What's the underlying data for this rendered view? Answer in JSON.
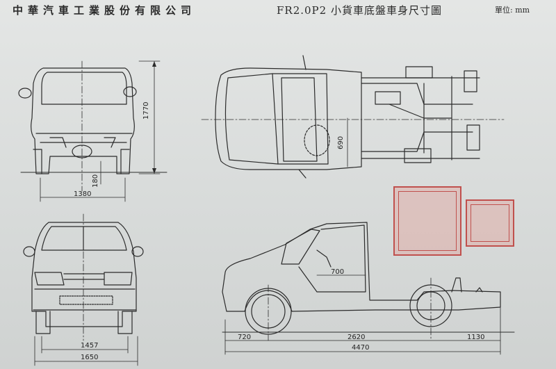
{
  "header": {
    "company": "中華汽車工業股份有限公司",
    "title": "FR2.0P2 小貨車底盤車身尺寸圖",
    "unit": "單位: mm"
  },
  "dimensions": {
    "rear_height": "1770",
    "rear_track": "1380",
    "ground_clearance": "180",
    "top_frame_width": "690",
    "front_track": "1457",
    "front_width": "1650",
    "side_front_overhang": "720",
    "side_wheelbase": "2620",
    "side_rear_overhang": "1130",
    "side_overall_length": "4470",
    "side_door_dim": "700"
  },
  "stamps": {
    "large": "",
    "small": ""
  },
  "colors": {
    "line": "#2b2b2b",
    "stamp": "#c0504d",
    "paper": "#dadddc"
  }
}
